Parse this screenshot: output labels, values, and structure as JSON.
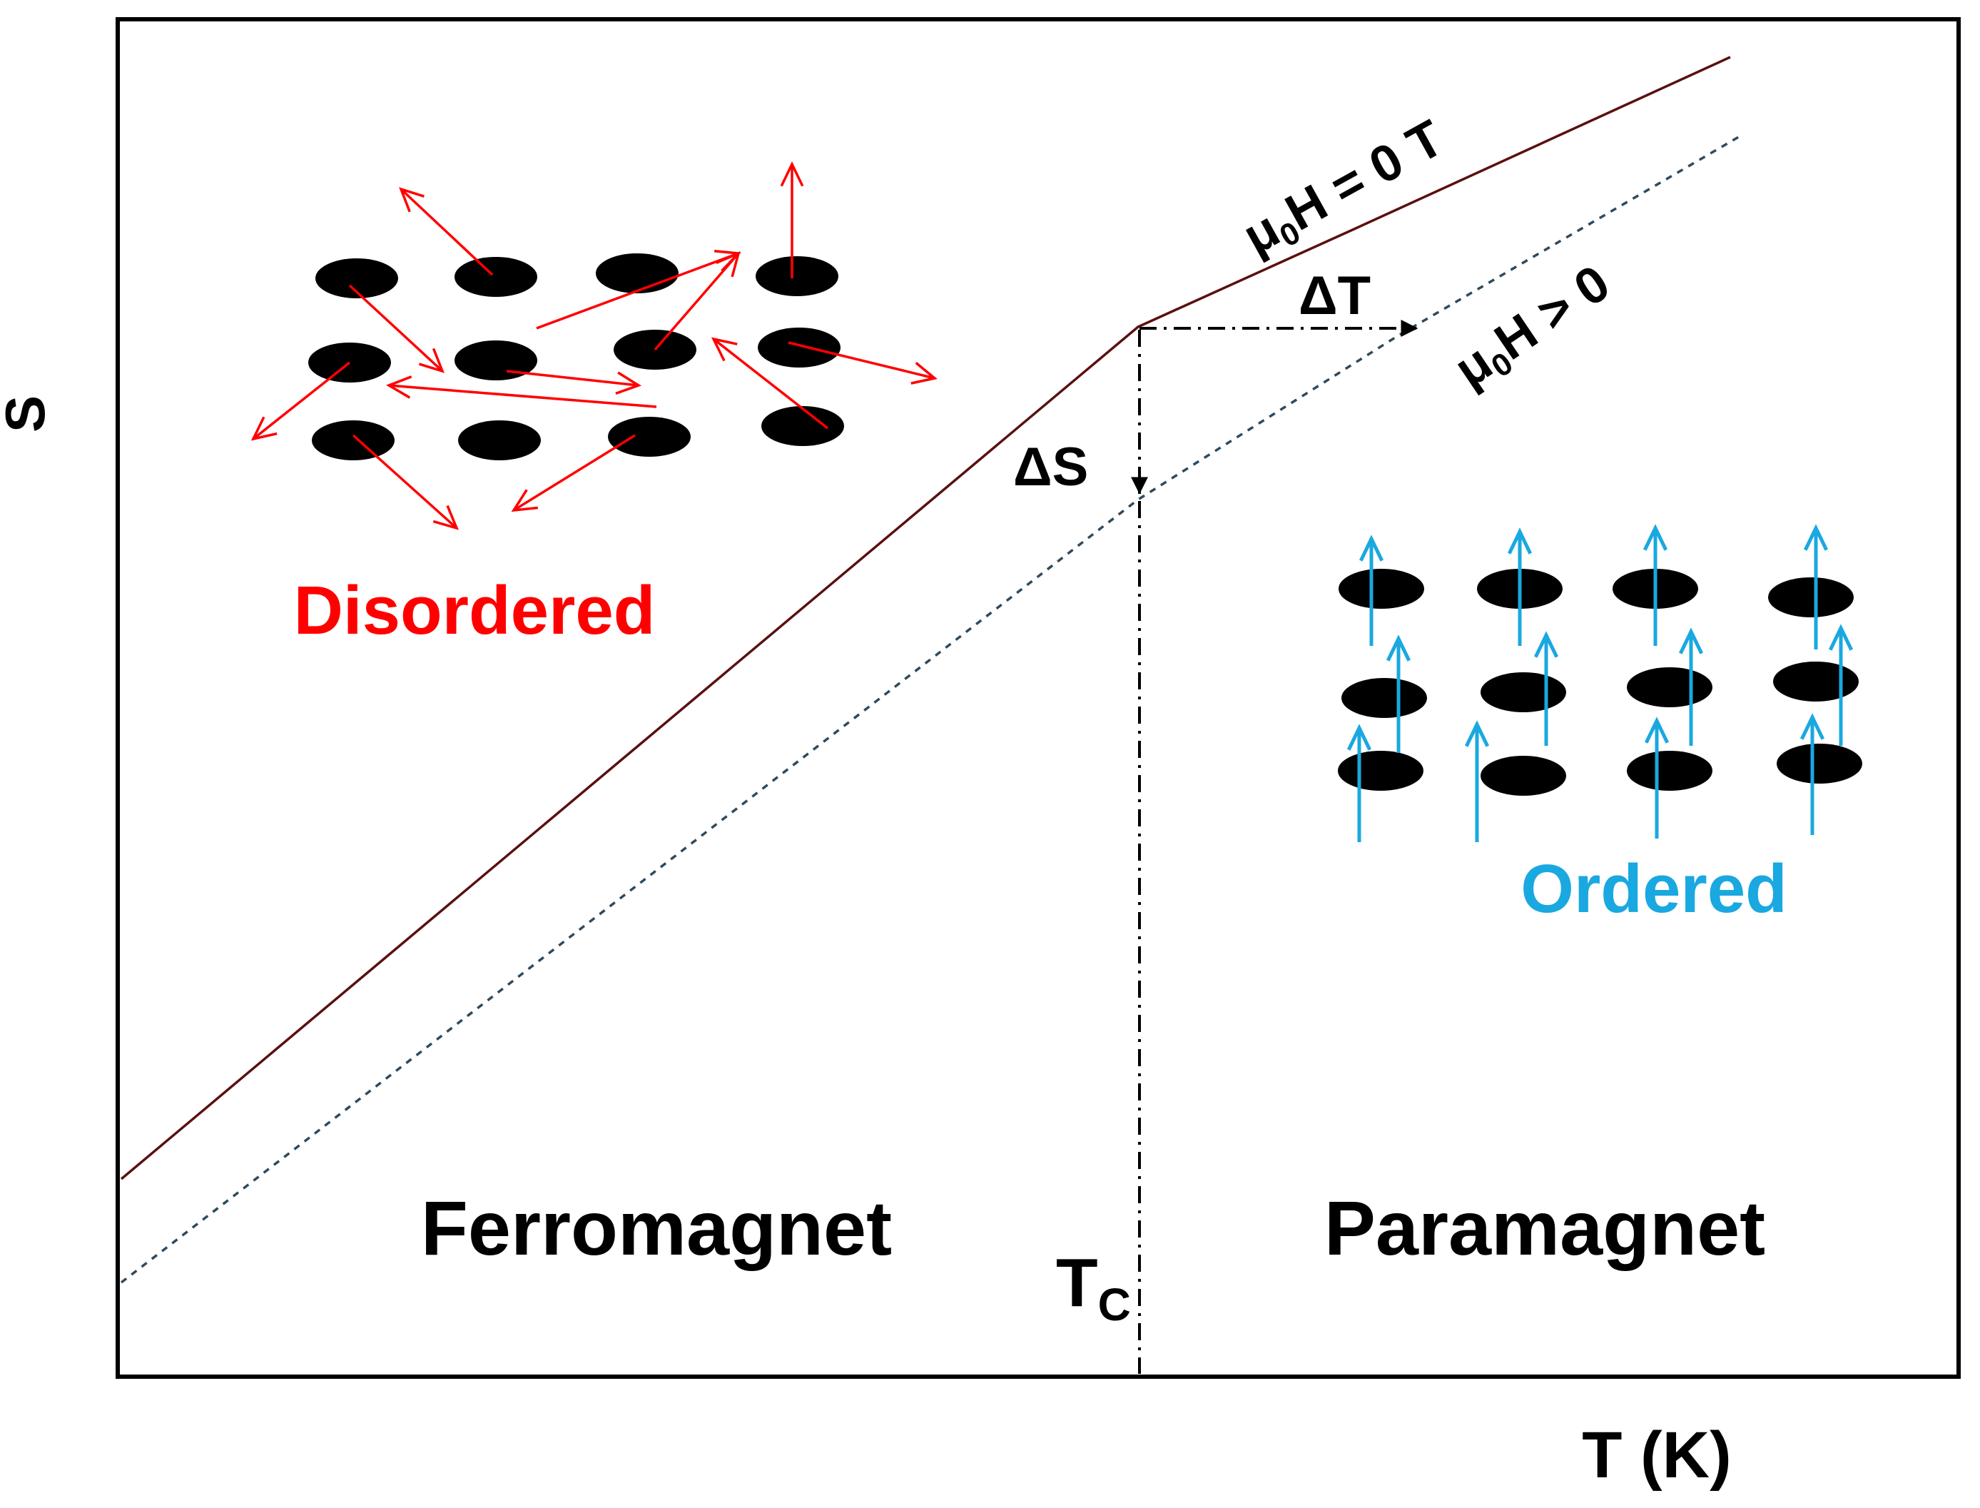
{
  "axes": {
    "y_label": "S",
    "x_label": "T (K)"
  },
  "curves": {
    "zero_field": {
      "label_main": "μ",
      "label_sub": "0",
      "label_rest": "H = 0 T"
    },
    "applied_field": {
      "label_main": "μ",
      "label_sub": "0",
      "label_rest": "H > 0"
    }
  },
  "annotations": {
    "delta_t": "ΔT",
    "delta_s": "ΔS",
    "tc_main": "T",
    "tc_sub": "C"
  },
  "regions": {
    "left": "Ferromagnet",
    "right": "Paramagnet"
  },
  "spin_states": {
    "disordered": "Disordered",
    "ordered": "Ordered"
  },
  "colors": {
    "zero_field_curve": "#5a1010",
    "applied_field_curve": "#2e4a5e",
    "disordered": "#ff0000",
    "ordered": "#1aa8e0",
    "ink": "#000000"
  }
}
